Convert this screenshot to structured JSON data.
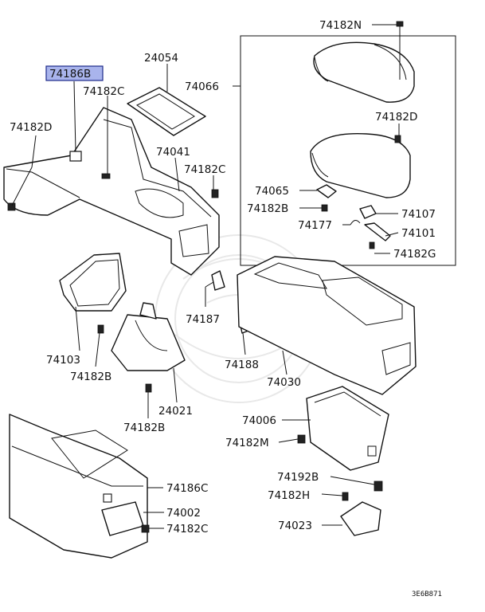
{
  "labels": {
    "p74186B": "74186B",
    "p74182N": "74182N",
    "p24054": "24054",
    "p74066": "74066",
    "p74182C_a": "74182C",
    "p74182D_a": "74182D",
    "p74182D_b": "74182D",
    "p74041": "74041",
    "p74182C_b": "74182C",
    "p74065": "74065",
    "p74182B_a": "74182B",
    "p74107": "74107",
    "p74177": "74177",
    "p74101": "74101",
    "p74182G": "74182G",
    "p74187": "74187",
    "p74103": "74103",
    "p74182B_b": "74182B",
    "p74188": "74188",
    "p74030": "74030",
    "p24021": "24021",
    "p74182B_c": "74182B",
    "p74006": "74006",
    "p74182M": "74182M",
    "p74186C": "74186C",
    "p74002": "74002",
    "p74182C_c": "74182C",
    "p74192B": "74192B",
    "p74182H": "74182H",
    "p74023": "74023"
  },
  "diagram_code": "3E6B871",
  "colors": {
    "highlight_fill": "#a9b4ec",
    "highlight_border": "#1d2a8a",
    "line": "#111111"
  }
}
